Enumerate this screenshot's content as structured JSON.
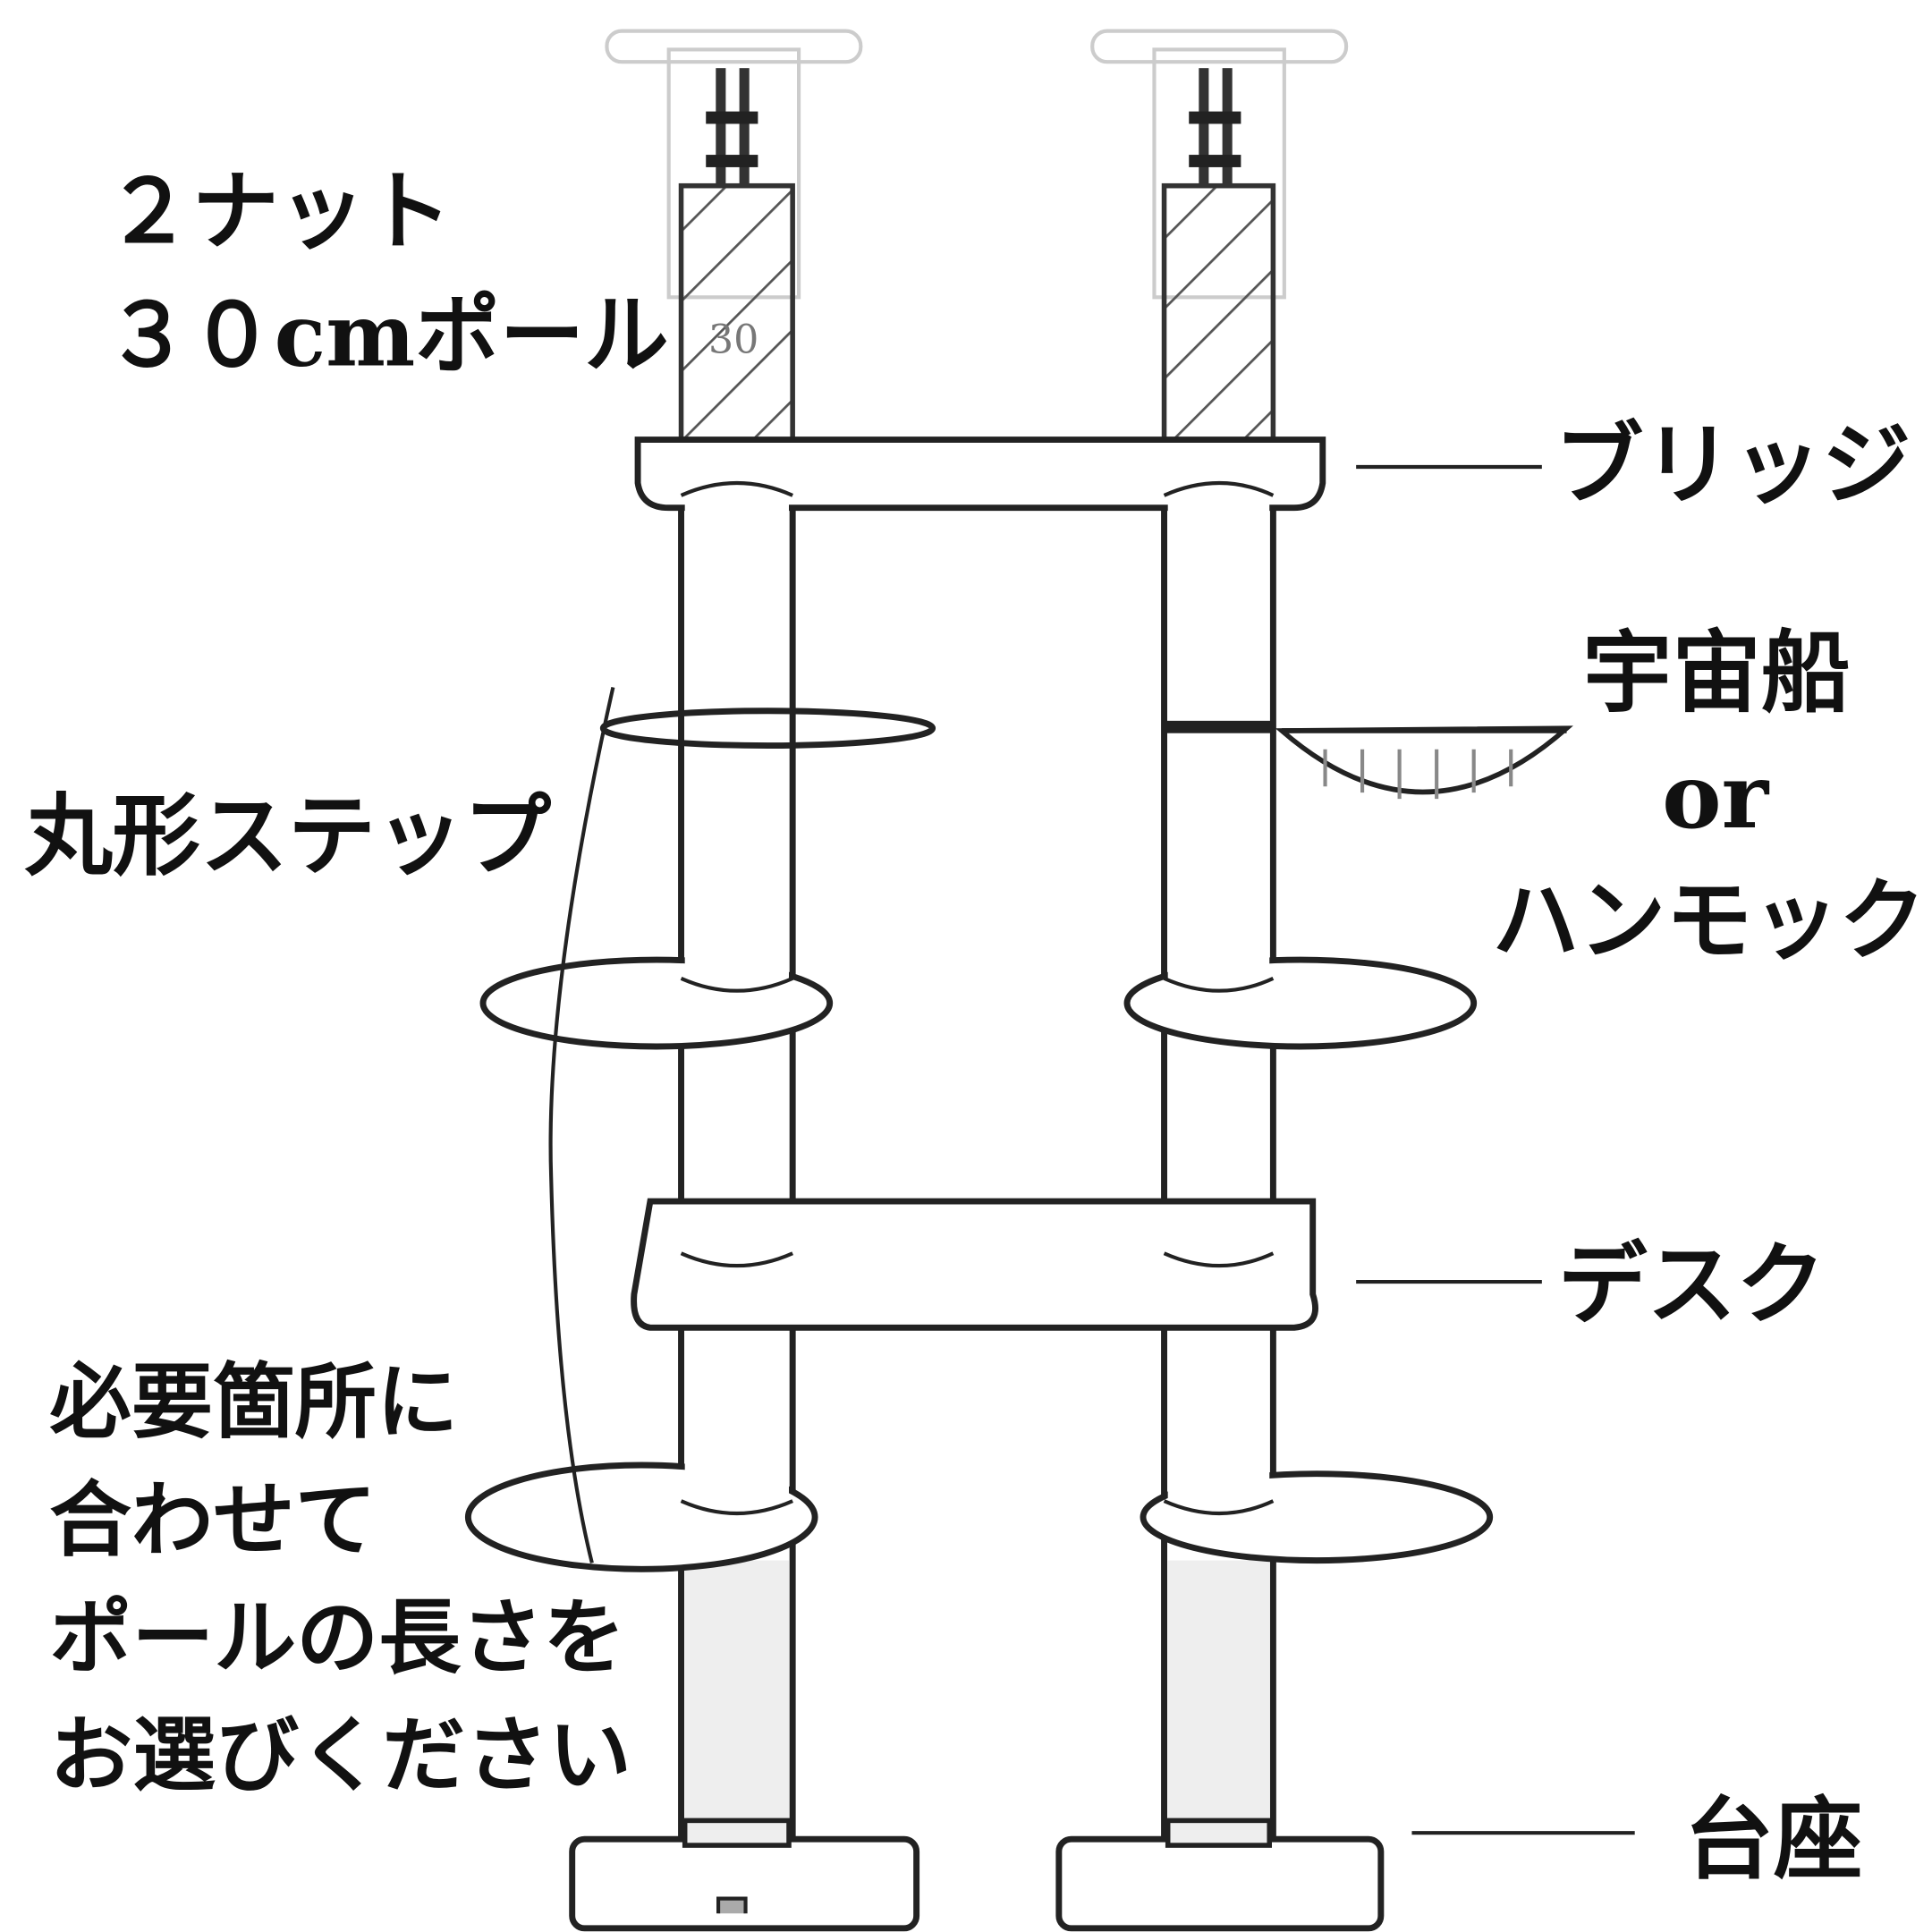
{
  "labels": {
    "nut_line1": "２ナット",
    "nut_line2": "３０cmポール",
    "pole_mark": "30",
    "bridge": "ブリッジ",
    "spaceship": "宇宙船",
    "or": "or",
    "hammock": "ハンモック",
    "round_step": "丸形ステップ",
    "desk": "デスク",
    "note_line1": "必要箇所に",
    "note_line2": "合わせて",
    "note_line3": "ポールの長さを",
    "note_line4": "お選びください",
    "base": "台座"
  }
}
